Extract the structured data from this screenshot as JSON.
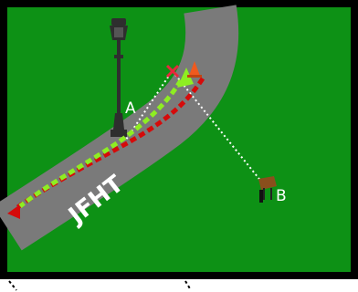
{
  "scene": {
    "road_label": "JFHT",
    "point_a_label": "A",
    "point_b_label": "B"
  },
  "colors": {
    "grass": "#0d9115",
    "border": "#000000",
    "road": "#7a7a7a",
    "road_edge": "#5e5e5e",
    "red_path": "#d50a0a",
    "green_path": "#8eee22",
    "guide_line": "#ffffff",
    "x_marker": "#e8283c",
    "cone": "#f05a1e",
    "signpost": "#8a4f1c",
    "lamp": "#2e2e2e"
  },
  "icons": [
    "lamp-post-icon",
    "x-marker-icon",
    "traffic-cone-icon",
    "sign-post-icon",
    "arrow-head-icon"
  ]
}
